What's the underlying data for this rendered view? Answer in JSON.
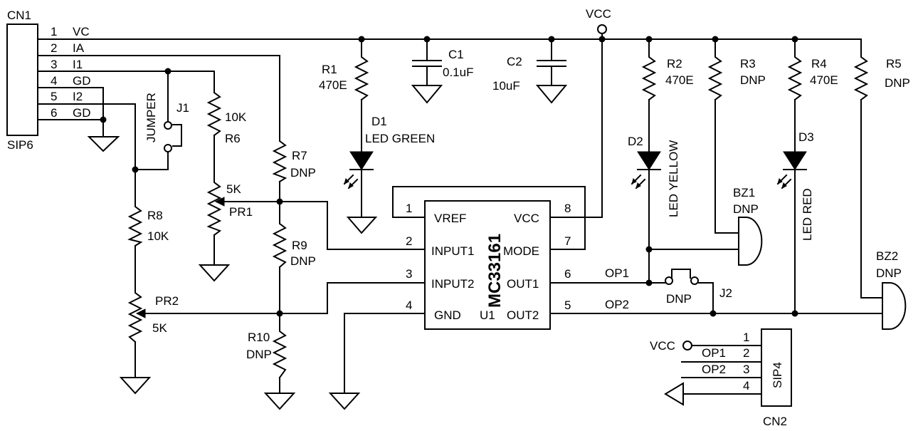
{
  "connectors": {
    "cn1": {
      "name": "CN1",
      "type": "SIP6",
      "pins": [
        {
          "num": "1",
          "label": "VC"
        },
        {
          "num": "2",
          "label": "IA"
        },
        {
          "num": "3",
          "label": "I1"
        },
        {
          "num": "4",
          "label": "GD"
        },
        {
          "num": "5",
          "label": "I2"
        },
        {
          "num": "6",
          "label": "GD"
        }
      ]
    },
    "cn2": {
      "name": "CN2",
      "type": "SIP4",
      "pins": [
        {
          "num": "1",
          "label": "VCC"
        },
        {
          "num": "2",
          "label": "OP1"
        },
        {
          "num": "3",
          "label": "OP2"
        },
        {
          "num": "4",
          "label": ""
        }
      ]
    }
  },
  "supply": {
    "vcc_top": "VCC"
  },
  "resistors": {
    "r1": {
      "name": "R1",
      "value": "470E"
    },
    "r2": {
      "name": "R2",
      "value": "470E"
    },
    "r3": {
      "name": "R3",
      "value": "DNP"
    },
    "r4": {
      "name": "R4",
      "value": "470E"
    },
    "r5": {
      "name": "R5",
      "value": "DNP"
    },
    "r6": {
      "name": "R6",
      "value": "10K"
    },
    "r7": {
      "name": "R7",
      "value": "DNP"
    },
    "r8": {
      "name": "R8",
      "value": "10K"
    },
    "r9": {
      "name": "R9",
      "value": "DNP"
    },
    "r10": {
      "name": "R10",
      "value": "DNP"
    }
  },
  "pots": {
    "pr1": {
      "name": "PR1",
      "value": "5K"
    },
    "pr2": {
      "name": "PR2",
      "value": "5K"
    }
  },
  "caps": {
    "c1": {
      "name": "C1",
      "value": "0.1uF"
    },
    "c2": {
      "name": "C2",
      "value": "10uF"
    }
  },
  "leds": {
    "d1": {
      "name": "D1",
      "label": "LED GREEN"
    },
    "d2": {
      "name": "D2",
      "label": "LED YELLOW"
    },
    "d3": {
      "name": "D3",
      "label": "LED RED"
    }
  },
  "buzzers": {
    "bz1": {
      "name": "BZ1",
      "value": "DNP"
    },
    "bz2": {
      "name": "BZ2",
      "value": "DNP"
    }
  },
  "jumpers": {
    "j1": {
      "name": "J1",
      "label": "JUMPER"
    },
    "j2": {
      "name": "J2",
      "value": "DNP"
    }
  },
  "ic": {
    "part": "MC33161",
    "ref": "U1",
    "pins": [
      {
        "num": "1",
        "label": "VREF"
      },
      {
        "num": "2",
        "label": "INPUT1"
      },
      {
        "num": "3",
        "label": "INPUT2"
      },
      {
        "num": "4",
        "label": "GND"
      },
      {
        "num": "5",
        "label": "OUT2"
      },
      {
        "num": "6",
        "label": "OUT1"
      },
      {
        "num": "7",
        "label": "MODE"
      },
      {
        "num": "8",
        "label": "VCC"
      }
    ]
  },
  "nets": {
    "op1": "OP1",
    "op2": "OP2"
  }
}
